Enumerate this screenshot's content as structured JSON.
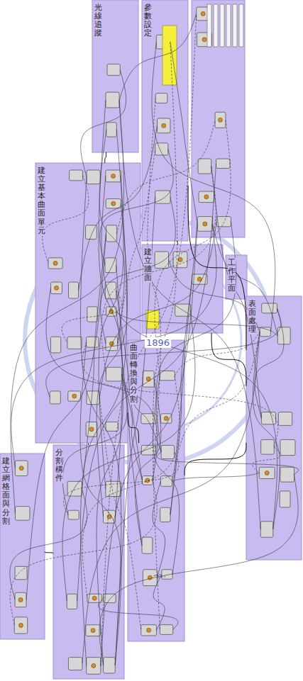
{
  "diagram": {
    "nodes": [
      {
        "text": [
          "光線追蹤"
        ]
      },
      {
        "text": [
          "參數設定"
        ]
      },
      {
        "text": [
          "建立基本曲面單元"
        ]
      },
      {
        "text": [
          "建立牆面"
        ]
      },
      {
        "text": [
          "工作平面"
        ]
      },
      {
        "text": [
          "表面處理"
        ]
      },
      {
        "text": [
          "曲面轉換與分割"
        ]
      },
      {
        "text": [
          "分割構件"
        ]
      },
      {
        "text": [
          "建立網格面與分割"
        ]
      }
    ],
    "edges": [
      {
        "from": 0,
        "to": 2,
        "arrow": "none"
      },
      {
        "from": 1,
        "to": 3,
        "arrow": "none"
      },
      {
        "from": 1,
        "to": 5,
        "arrow": "none"
      },
      {
        "from": 2,
        "to": 6,
        "arrow": "none"
      },
      {
        "from": 3,
        "to": 5,
        "arrow": "none"
      },
      {
        "from": 6,
        "to": 5,
        "arrow": "none"
      },
      {
        "from": 2,
        "to": 7,
        "arrow": "none"
      },
      {
        "from": 8,
        "to": 7,
        "arrow": "none"
      }
    ],
    "labels": [
      "1896"
    ]
  }
}
